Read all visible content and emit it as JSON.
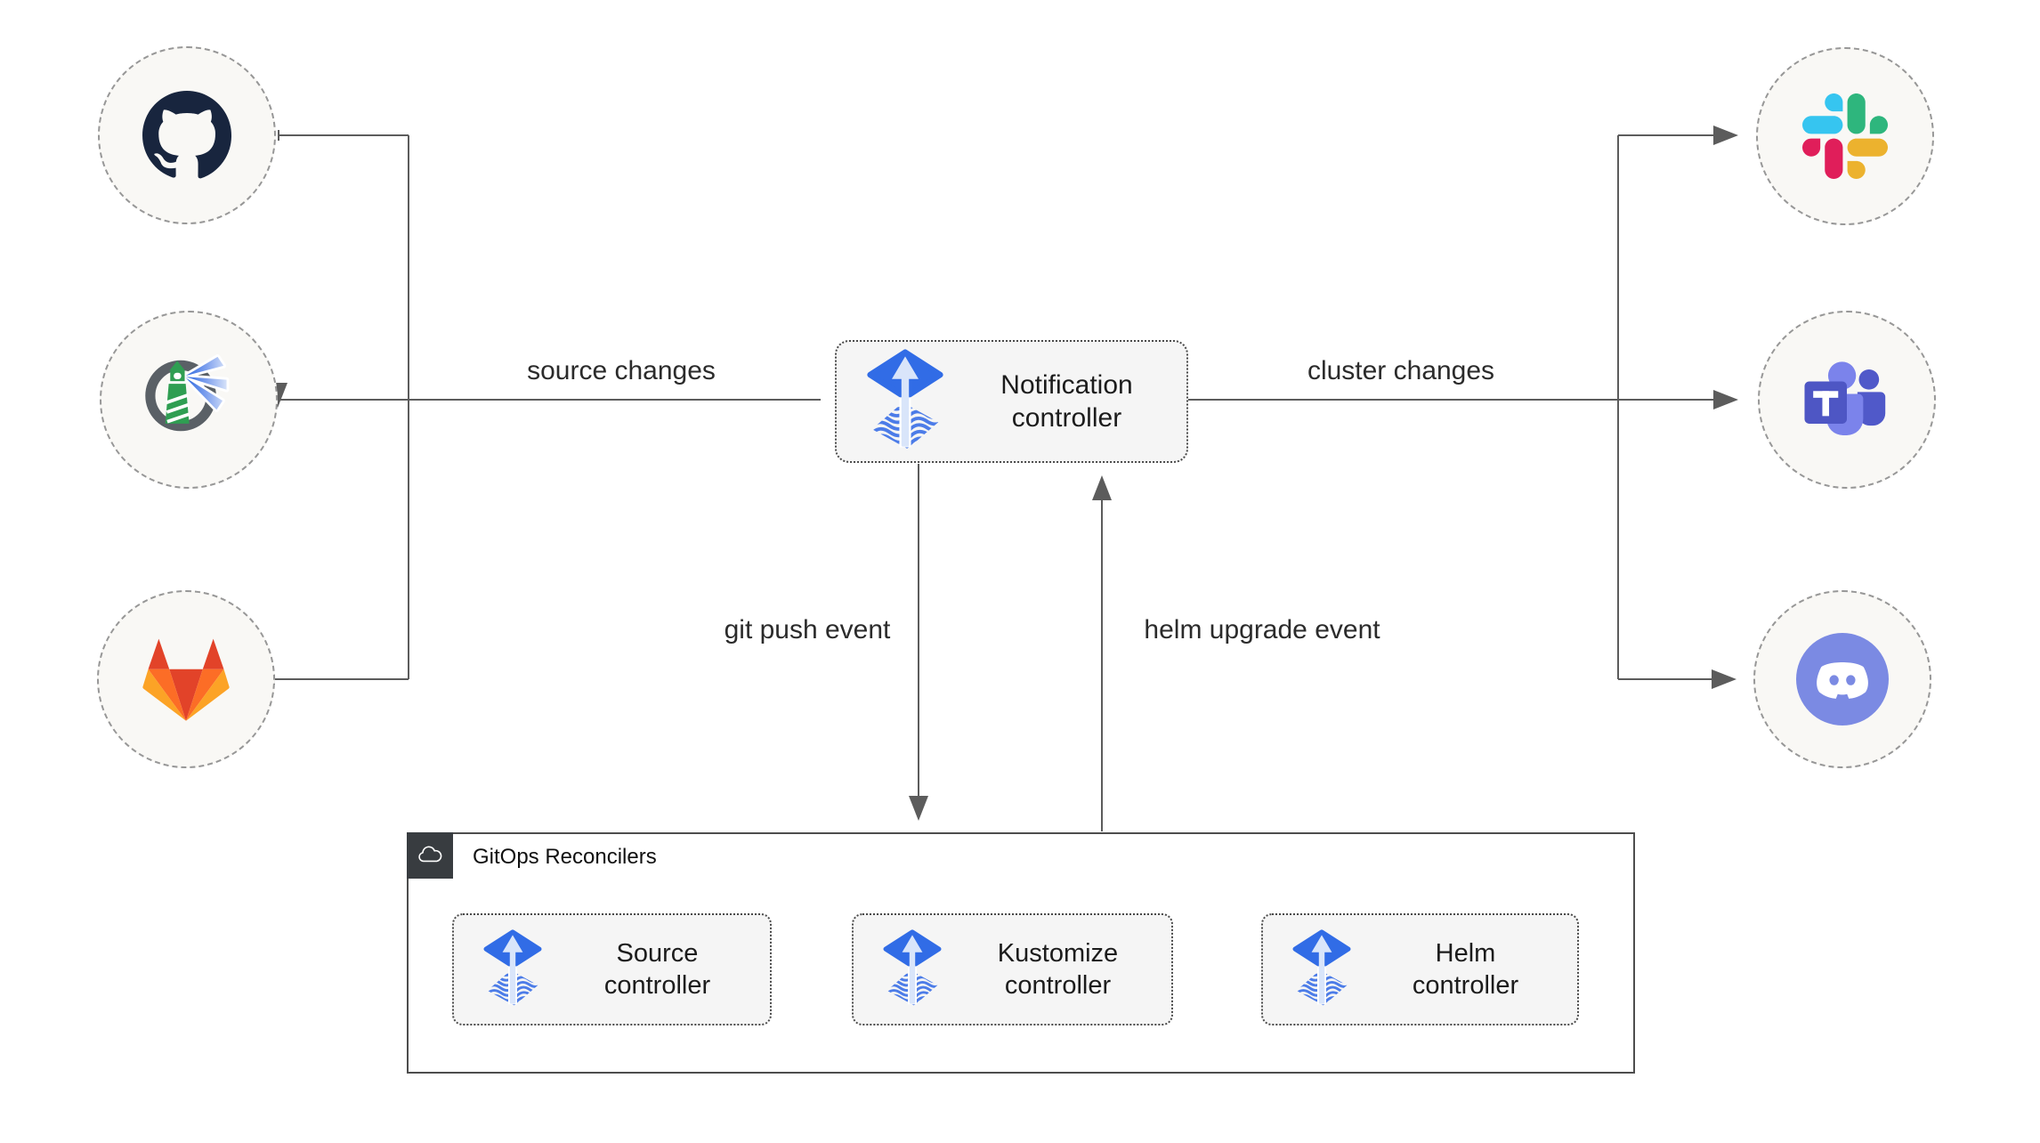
{
  "nodes": {
    "notification": {
      "label": "Notification controller",
      "icon": "flux-icon"
    },
    "source": {
      "label": "Source controller",
      "icon": "flux-icon"
    },
    "kustomize": {
      "label": "Kustomize controller",
      "icon": "flux-icon"
    },
    "helm": {
      "label": "Helm controller",
      "icon": "flux-icon"
    }
  },
  "group": {
    "title": "GitOps Reconcilers",
    "icon": "cloud-icon"
  },
  "edges": {
    "source_changes": {
      "label": "source changes"
    },
    "cluster_changes": {
      "label": "cluster changes"
    },
    "git_push_event": {
      "label": "git push event"
    },
    "helm_upgrade_event": {
      "label": "helm upgrade event"
    }
  },
  "source_systems": [
    {
      "icon": "github-icon"
    },
    {
      "icon": "harbor-lighthouse-icon"
    },
    {
      "icon": "gitlab-icon"
    }
  ],
  "notification_targets": [
    {
      "icon": "slack-icon"
    },
    {
      "icon": "microsoft-teams-icon"
    },
    {
      "icon": "discord-icon"
    }
  ],
  "colors": {
    "connector": "#5c5c5c",
    "flux_blue": "#316CE6",
    "flux_wave_blue": "#4C7CE8",
    "node_fill": "#F5F5F5",
    "node_border": "#4A4A4A",
    "circle_fill": "#F9F8F5",
    "circle_border": "#979797",
    "group_badge": "#383C40",
    "github_dark": "#18253E",
    "harbor_gray": "#5A6066",
    "harbor_green": "#2F9E52",
    "harbor_beam_blue": "#2A66DE",
    "gitlab_red": "#E24329",
    "gitlab_orange": "#FC6D26",
    "gitlab_yellow": "#FCA326",
    "slack_blue": "#36C5F0",
    "slack_green": "#2EB67D",
    "slack_red": "#E01E5A",
    "slack_yellow": "#ECB22E",
    "teams_purple": "#5059C9",
    "teams_light_purple": "#7B83EB",
    "teams_dark_purple": "#4E56C4",
    "discord_blurple": "#7B8AE3"
  }
}
